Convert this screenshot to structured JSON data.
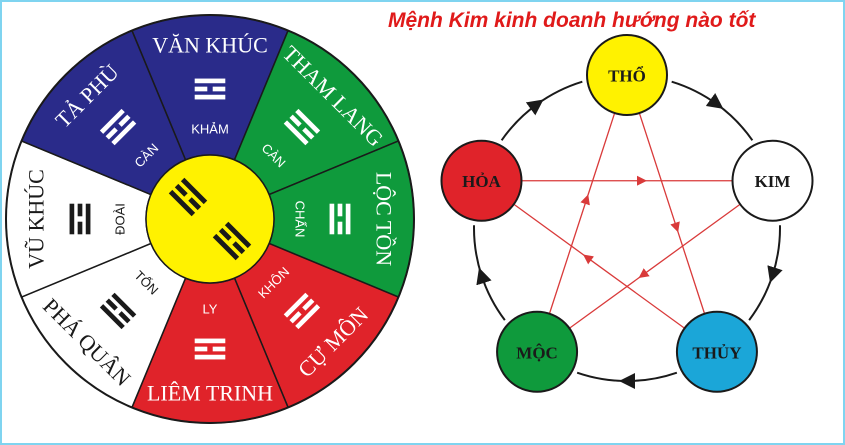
{
  "title": "Mệnh Kim kinh doanh hướng nào tốt",
  "colors": {
    "title": "#e01a1a",
    "navy": "#2a2b8a",
    "green": "#0f9a3c",
    "red": "#e0232a",
    "white": "#ffffff",
    "yellow": "#fff200",
    "blue": "#1ba6d8",
    "outline": "#1a1a1a",
    "arrow_red": "#d93a3a"
  },
  "bagua": {
    "center_icons": [
      "trigram-icon",
      "trigram-icon"
    ],
    "sectors": [
      {
        "star": "VĂN KHÚC",
        "trigram": "KHẢM",
        "color": "navy"
      },
      {
        "star": "THAM LANG",
        "trigram": "CÀN",
        "color": "green"
      },
      {
        "star": "LỘC TỒN",
        "trigram": "CHẤN",
        "color": "green"
      },
      {
        "star": "CỰ MÔN",
        "trigram": "KHÔN",
        "color": "red"
      },
      {
        "star": "LIÊM TRINH",
        "trigram": "LY",
        "color": "red"
      },
      {
        "star": "PHÁ QUÂN",
        "trigram": "TỐN",
        "color": "white"
      },
      {
        "star": "VŨ KHÚC",
        "trigram": "ĐOÀI",
        "color": "white"
      },
      {
        "star": "TẢ PHÙ",
        "trigram": "CÀN",
        "color": "navy"
      }
    ]
  },
  "elements": [
    {
      "id": "tho",
      "label": "THỔ",
      "color": "yellow"
    },
    {
      "id": "kim",
      "label": "KIM",
      "color": "white"
    },
    {
      "id": "thuy",
      "label": "THỦY",
      "color": "blue"
    },
    {
      "id": "moc",
      "label": "MỘC",
      "color": "green"
    },
    {
      "id": "hoa",
      "label": "HỎA",
      "color": "red"
    }
  ],
  "generating_cycle": [
    [
      "tho",
      "kim"
    ],
    [
      "kim",
      "thuy"
    ],
    [
      "thuy",
      "moc"
    ],
    [
      "moc",
      "hoa"
    ],
    [
      "hoa",
      "tho"
    ]
  ],
  "controlling_cycle": [
    [
      "tho",
      "thuy"
    ],
    [
      "thuy",
      "hoa"
    ],
    [
      "hoa",
      "kim"
    ],
    [
      "kim",
      "moc"
    ],
    [
      "moc",
      "tho"
    ]
  ]
}
